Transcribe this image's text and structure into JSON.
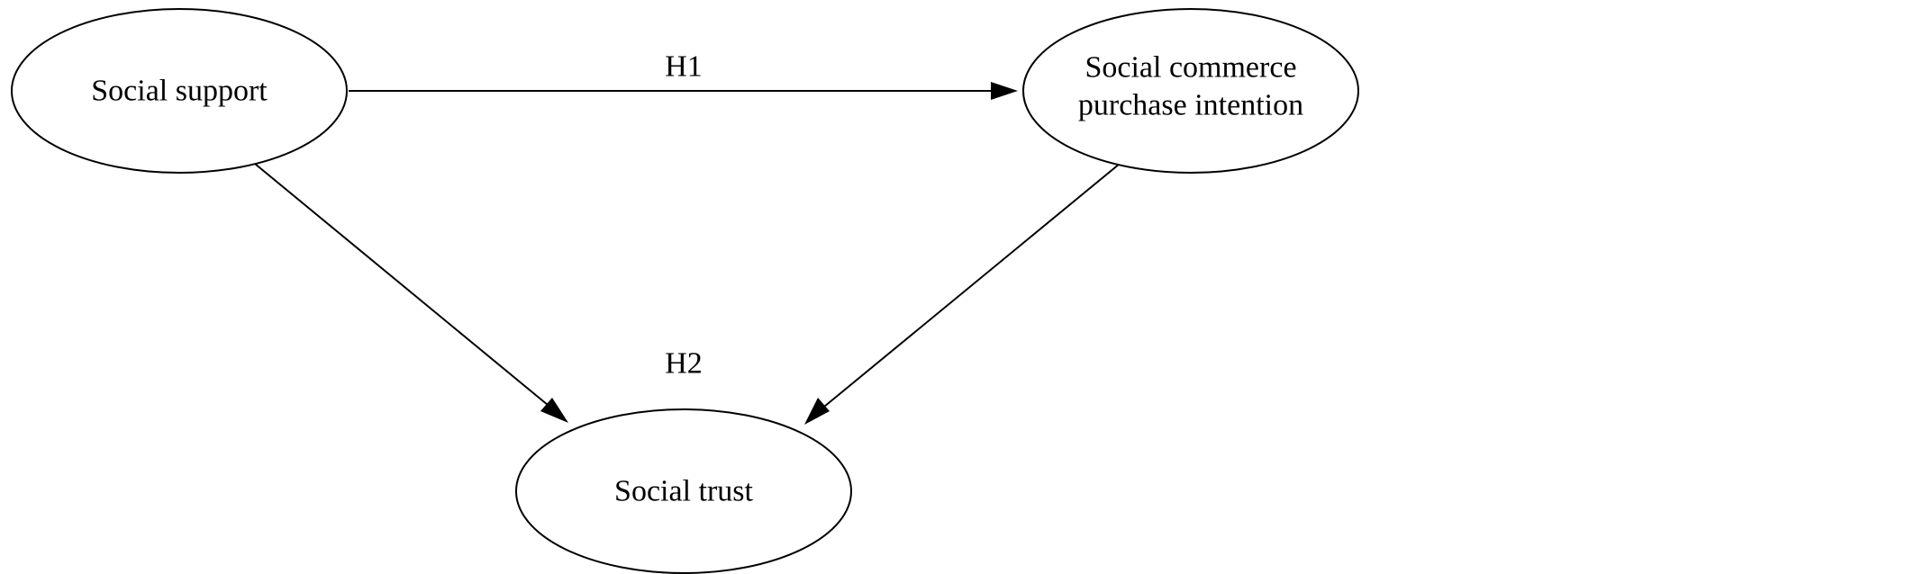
{
  "diagram": {
    "nodes": {
      "social_support": {
        "label": "Social support"
      },
      "purchase_intention": {
        "line1": "Social commerce",
        "line2": "purchase intention"
      },
      "social_trust": {
        "label": "Social trust"
      }
    },
    "edges": {
      "h1": {
        "label": "H1"
      },
      "h2": {
        "label": "H2"
      }
    },
    "colors": {
      "stroke": "#000000",
      "background": "#ffffff"
    }
  }
}
